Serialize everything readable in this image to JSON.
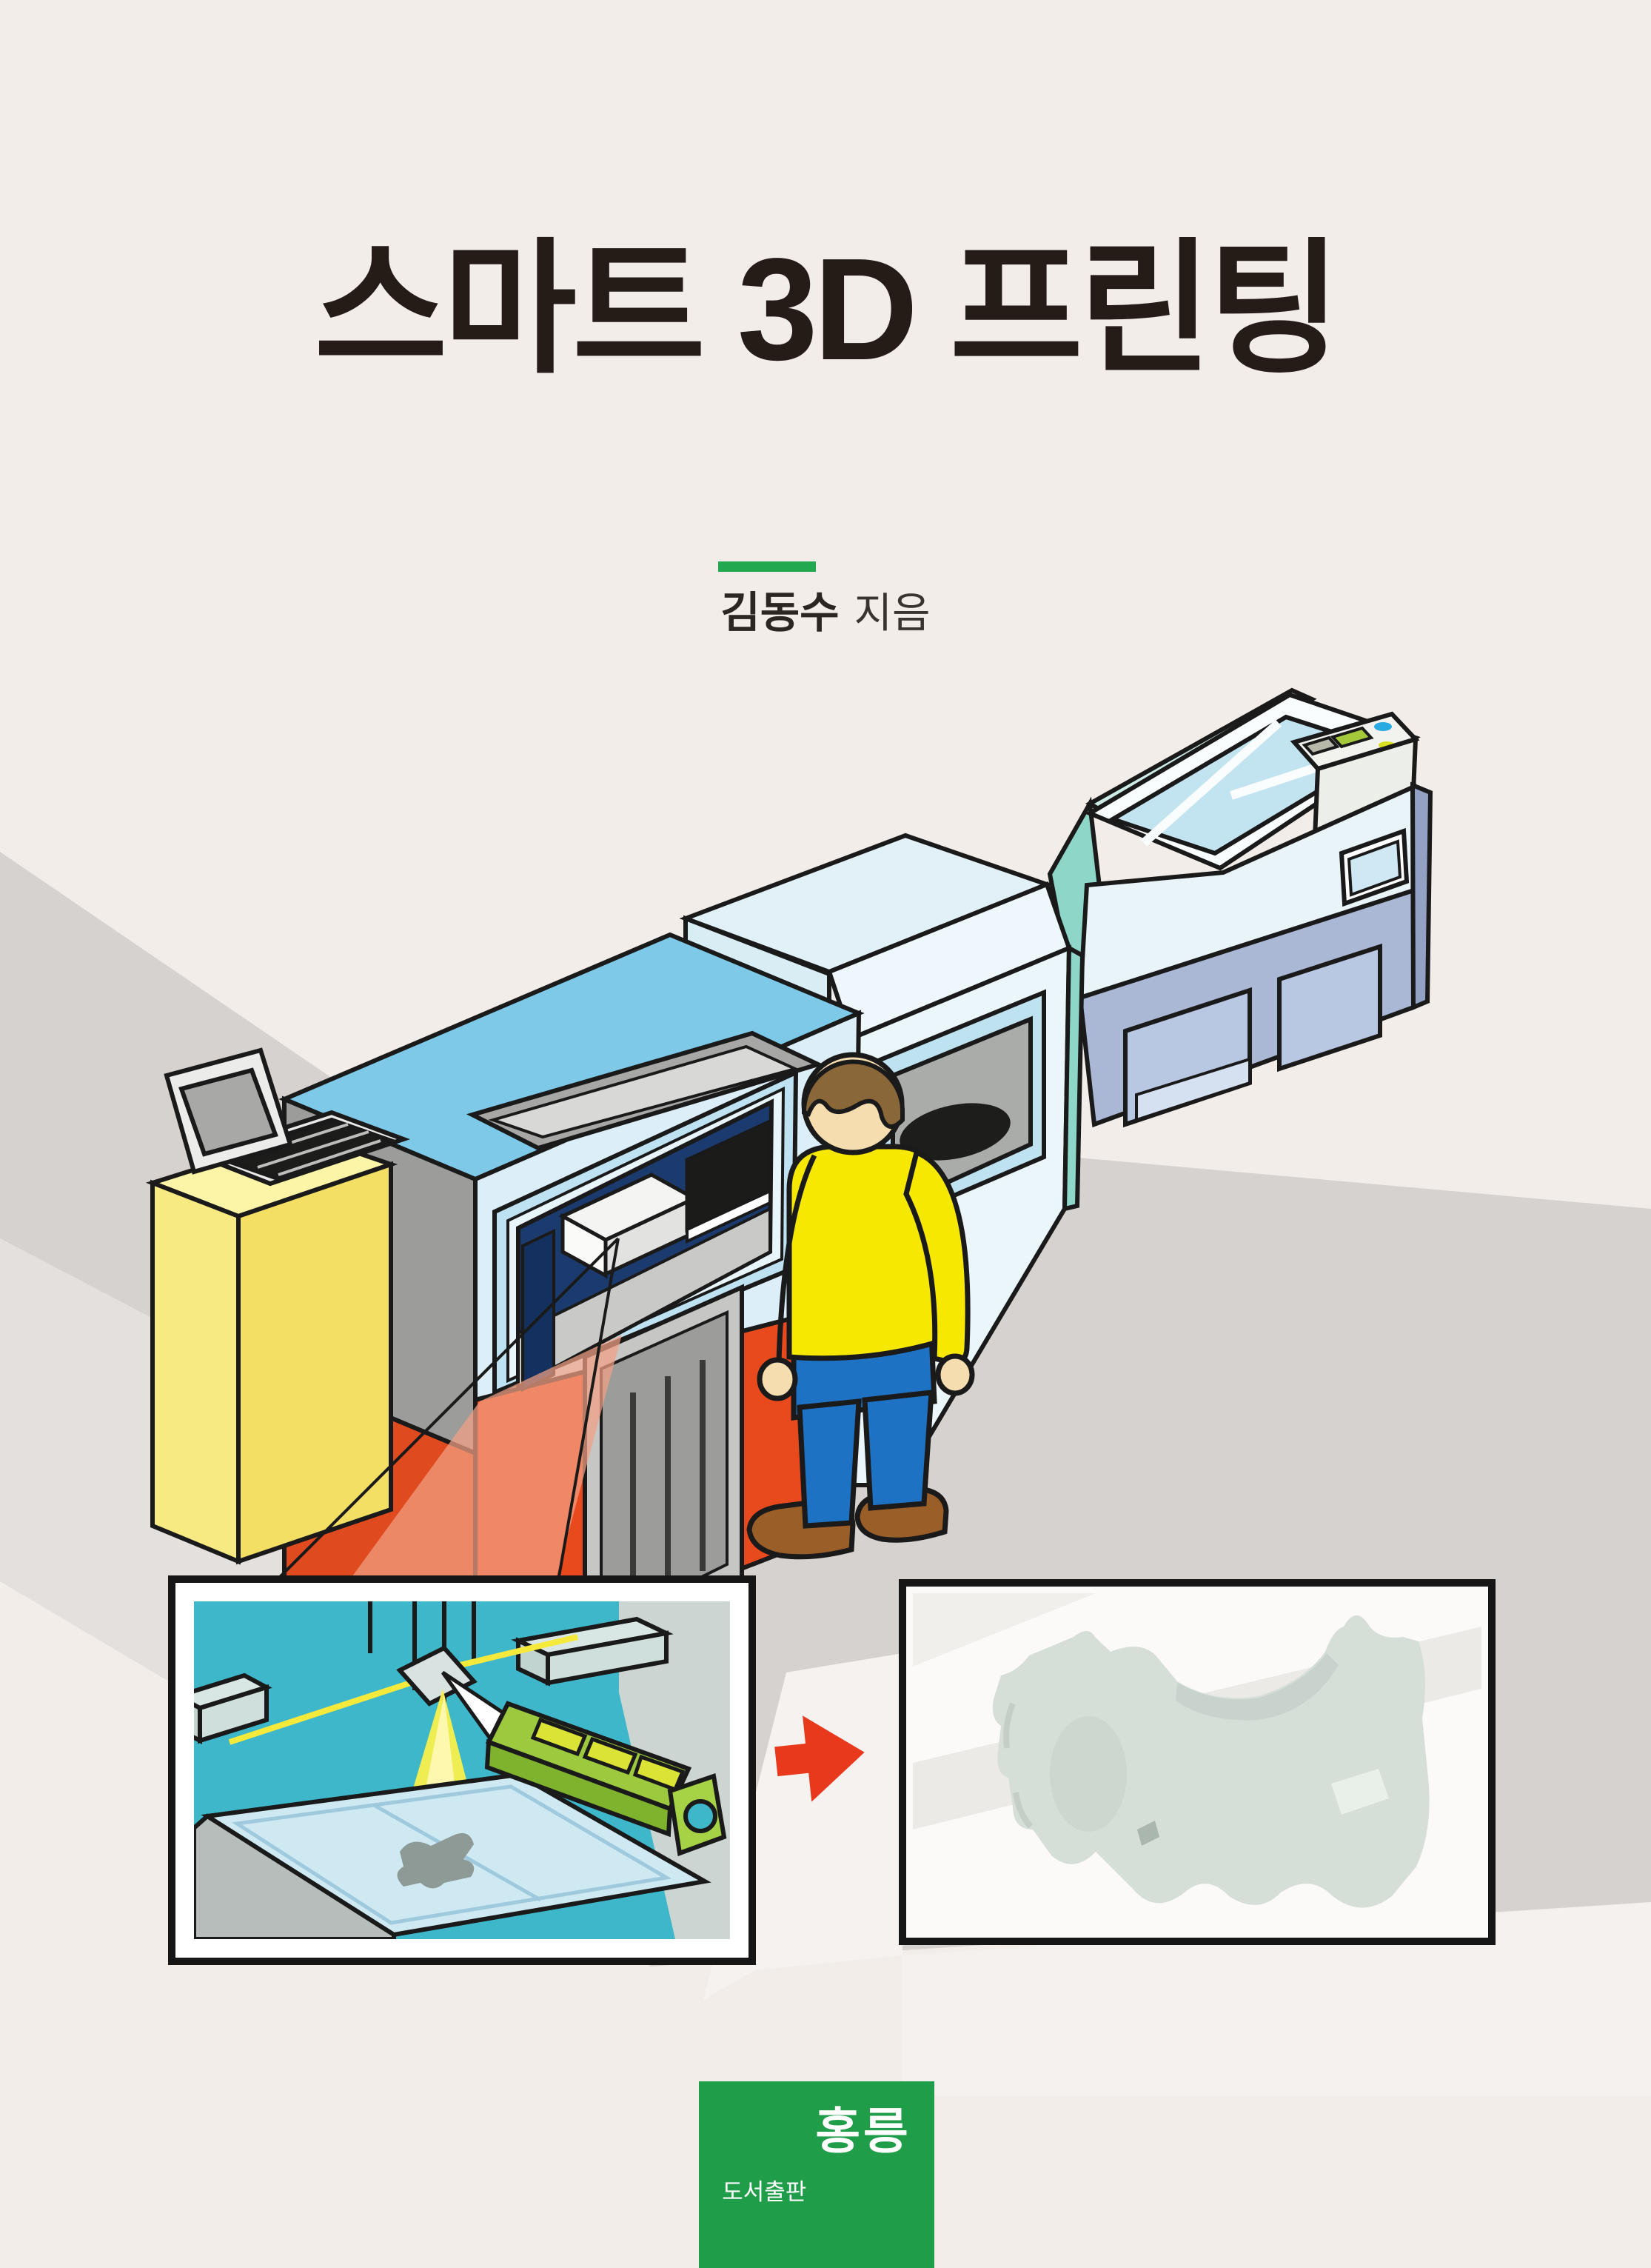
{
  "cover": {
    "title": "스마트 3D 프린팅",
    "author": {
      "name": "김동수",
      "suffix": "지음"
    },
    "publisher": {
      "prefix": "도서출판",
      "name": "홍릉"
    },
    "colors": {
      "background": "#f2ede9",
      "title_text": "#251c18",
      "accent_green_bar": "#22a84e",
      "logo_green": "#1f9d49",
      "arrow_red": "#e8391d",
      "machine_top_blue": "#7ec9e8",
      "machine_orange": "#e8491d",
      "machine_mint": "#8ed7c8",
      "machine_body_blue": "#aab8d6",
      "person_sweater_yellow": "#f6e800",
      "person_pants_blue": "#1e72c4",
      "inset_teal_background": "#3eb7ca",
      "recoater_green": "#9cc93e",
      "laser_yellow": "#f5e93c",
      "printed_part_gray": "#d6ded8"
    }
  }
}
